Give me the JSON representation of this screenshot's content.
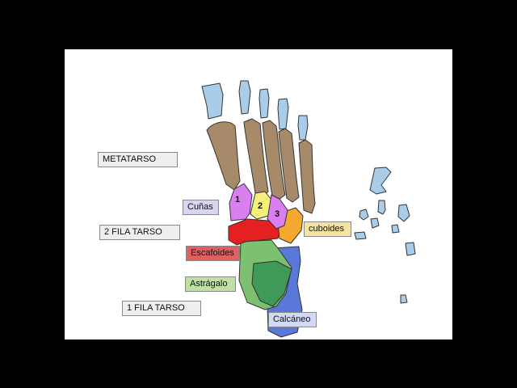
{
  "labels": {
    "metatarso": "METATARSO",
    "fila2": "2 FILA TARSO",
    "fila1": "1 FILA TARSO",
    "cunas": "Cuñas",
    "cuboides": "cuboides",
    "escafoides": "Escafoides",
    "astragalo": "Astrágalo",
    "calcaneo": "Calcáneo"
  },
  "cuneiform_numbers": {
    "first": "1",
    "second": "2",
    "third": "3"
  },
  "colors": {
    "background": "#000000",
    "slide": "#ffffff",
    "phalanges": "#a9cde8",
    "metatarsals": "#a68a6a",
    "cuneiforms": "#d97ff0",
    "cuneiform_middle": "#f5f07a",
    "cuboid": "#f5a830",
    "navicular": "#e52020",
    "talus": "#7cc070",
    "talus_dark": "#3f9a5a",
    "calcaneus": "#5a78d8",
    "label_cunas_bg": "#d6d6f0",
    "label_cuboides_bg": "#f5e3a0",
    "label_escafoides_bg": "#e06060",
    "label_astragalo_bg": "#bfe0a5",
    "label_calcaneo_bg": "#d2d8f5",
    "label_plain_bg": "#eeeeee"
  }
}
